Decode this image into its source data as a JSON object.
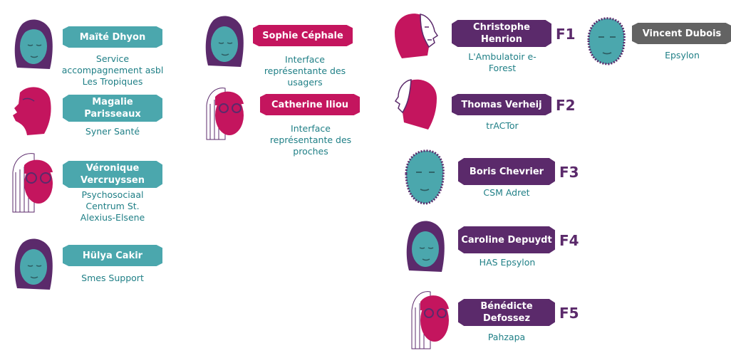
{
  "colors": {
    "teal": "#4ba7ad",
    "magenta": "#c4155e",
    "purple": "#5b2a6b",
    "grey": "#636363",
    "org_text": "#1f7f86"
  },
  "people": [
    {
      "name": "Maïté Dhyon",
      "org": "Service accompagnement asbl Les Tropiques",
      "code": ""
    },
    {
      "name": "Magalie Parisseaux",
      "org": "Syner Santé",
      "code": ""
    },
    {
      "name": "Véronique Vercruyssen",
      "org": "Psychosociaal Centrum St. Alexius-Elsene",
      "code": ""
    },
    {
      "name": "Hülya Cakir",
      "org": "Smes Support",
      "code": ""
    },
    {
      "name": "Sophie Céphale",
      "org": "Interface représentante des usagers",
      "code": ""
    },
    {
      "name": "Catherine Iliou",
      "org": "Interface représentante des proches",
      "code": ""
    },
    {
      "name": "Christophe Henrion",
      "org": "L'Ambulatoir e-Forest",
      "code": "F1"
    },
    {
      "name": "Vincent Dubois",
      "org": "Epsylon",
      "code": ""
    },
    {
      "name": "Thomas Verheij",
      "org": "trACTor",
      "code": "F2"
    },
    {
      "name": "Boris Chevrier",
      "org": "CSM Adret",
      "code": "F3"
    },
    {
      "name": "Caroline Depuydt",
      "org": "HAS Epsylon",
      "code": "F4"
    },
    {
      "name": "Bénédicte Defossez",
      "org": "Pahzapa",
      "code": "F5"
    }
  ]
}
